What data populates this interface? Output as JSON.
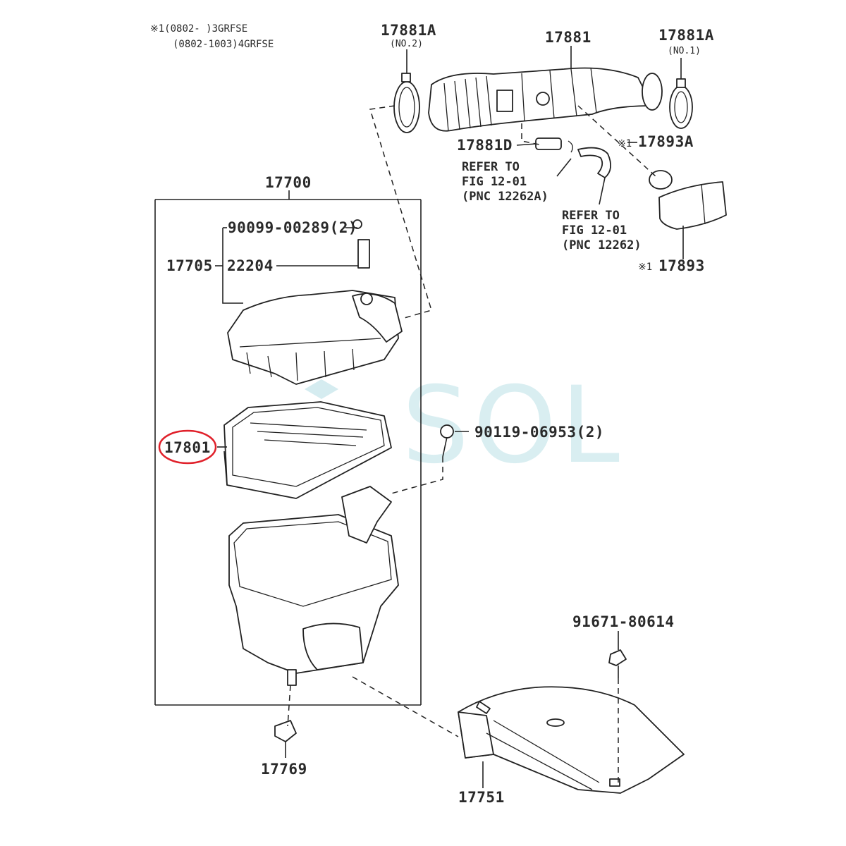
{
  "header_notes": {
    "line1": "※1(0802-       )3GRFSE",
    "line2": "(0802-1003)4GRFSE"
  },
  "labels": {
    "p17881A_no2": "17881A",
    "p17881A_no2_sub": "(NO.2)",
    "p17881": "17881",
    "p17881A_no1": "17881A",
    "p17881A_no1_sub": "(NO.1)",
    "p17881D": "17881D",
    "p17893A": "17893A",
    "p17893A_mark": "※1",
    "p17893": "17893",
    "p17893_mark": "※1",
    "p17700": "17700",
    "p90099": "90099-00289(2)",
    "p17705": "17705",
    "p22204": "22204",
    "p17801": "17801",
    "p90119": "90119-06953(2)",
    "p91671": "91671-80614",
    "p17769": "17769",
    "p17751": "17751"
  },
  "refer1": {
    "line1": "REFER TO",
    "line2": "FIG 12-01",
    "line3": "(PNC 12262A)"
  },
  "refer2": {
    "line1": "REFER TO",
    "line2": "FIG 12-01",
    "line3": "(PNC 12262)"
  },
  "watermark": {
    "text": "SOL"
  },
  "highlight": {
    "part": "17801",
    "color": "#e0202a"
  },
  "colors": {
    "line": "#222222",
    "watermark": "#b9e0e6",
    "stripe_blue": "#4a90c8",
    "stripe_green": "#7fcf8a"
  }
}
